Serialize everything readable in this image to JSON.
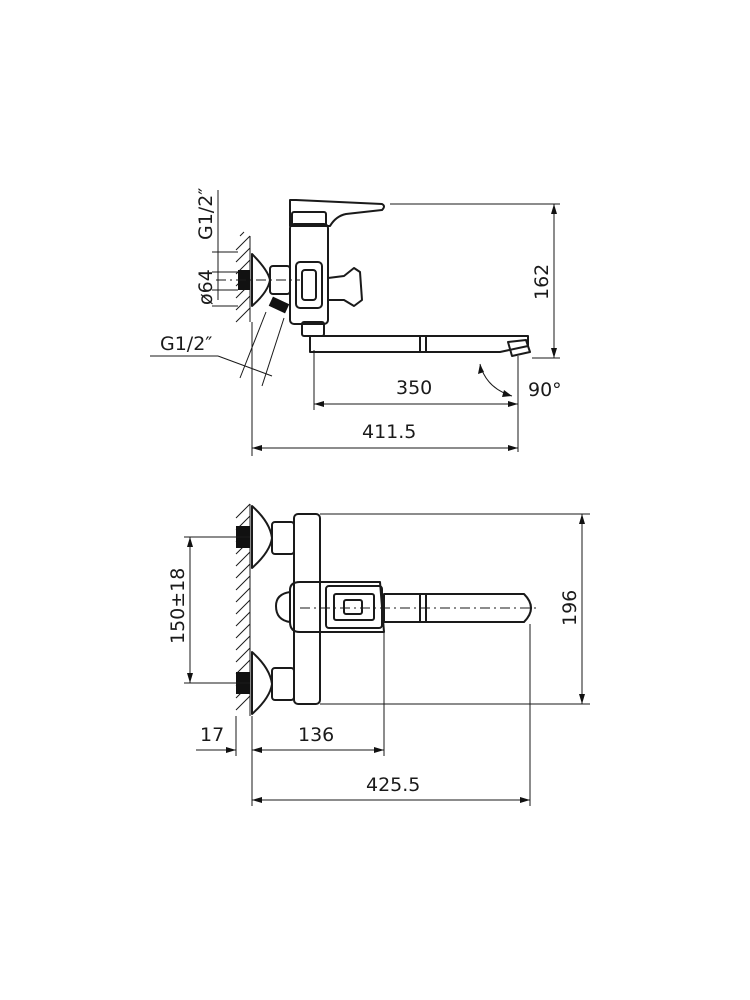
{
  "top_view": {
    "thread_top": "G1/2″",
    "flange_diameter": "ø64",
    "thread_side": "G1/2″",
    "height": "162",
    "spout_length": "350",
    "rotation_angle": "90°",
    "total_length": "411.5"
  },
  "front_view": {
    "inlet_spacing": "150±18",
    "height": "196",
    "wall_offset": "17",
    "body_offset": "136",
    "total_length": "425.5"
  }
}
